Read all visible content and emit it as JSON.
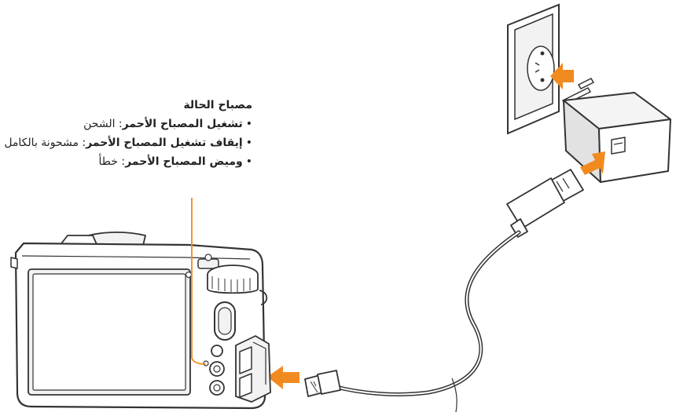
{
  "status_lamp": {
    "title": "مصباح الحالة",
    "items": [
      {
        "label": "تشغيل المصباح الأحمر",
        "description": "الشحن"
      },
      {
        "label": "إيقاف تشغيل المصباح الأحمر",
        "description": "مشحونة بالكامل"
      },
      {
        "label": "وميض المصباح الأحمر",
        "description": "خطأ"
      }
    ],
    "bullet": "•",
    "separator": ": "
  },
  "colors": {
    "accent": "#f28b1f",
    "line": "#333333",
    "fill_light": "#f2f2f2"
  }
}
